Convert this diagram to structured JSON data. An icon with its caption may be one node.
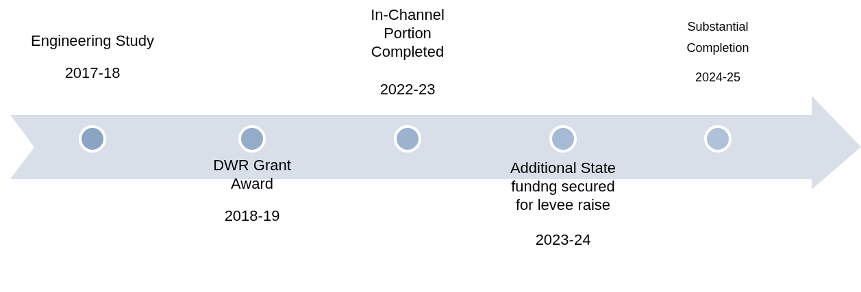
{
  "diagram": {
    "nodes": [
      {
        "text": [
          "Engineering Study",
          "2017-18"
        ]
      },
      {
        "text": [
          "DWR Grant Award",
          "2018-19"
        ]
      },
      {
        "text": [
          "In-Channel Portion Completed",
          "2022-23"
        ]
      },
      {
        "text": [
          "Additional State fundng secured for levee raise",
          "2023-24"
        ]
      },
      {
        "text": [
          "Substantial Completion",
          "2024-25"
        ]
      }
    ],
    "edges": []
  }
}
